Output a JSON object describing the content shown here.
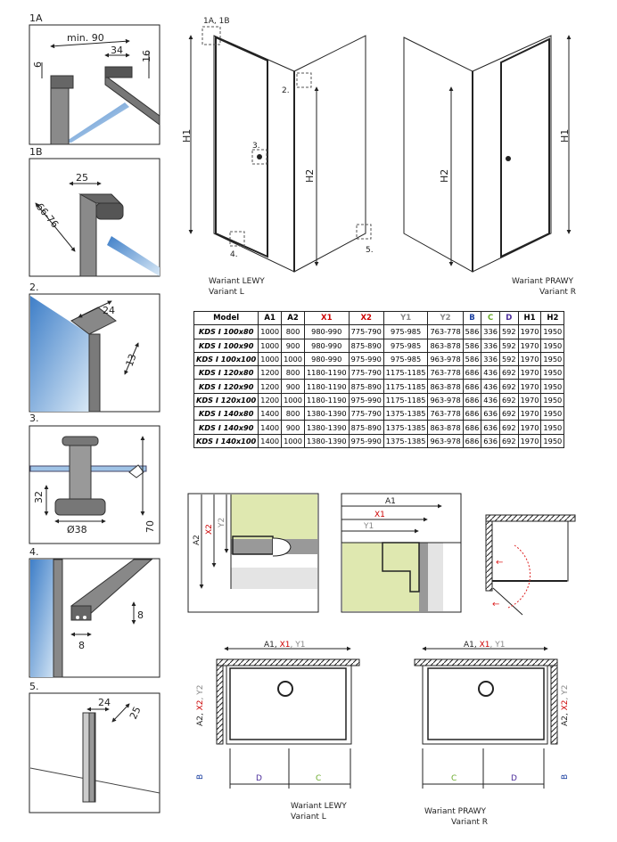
{
  "details": {
    "1A": {
      "label": "1A",
      "dims": [
        "min. 90",
        "34",
        "16",
        "6"
      ]
    },
    "1B": {
      "label": "1B",
      "dims": [
        "25",
        "66-76"
      ]
    },
    "2": {
      "label": "2.",
      "dims": [
        "24",
        "13"
      ]
    },
    "3": {
      "label": "3.",
      "dims": [
        "32",
        "Ø38",
        "70"
      ]
    },
    "4": {
      "label": "4.",
      "dims": [
        "8",
        "8"
      ]
    },
    "5": {
      "label": "5.",
      "dims": [
        "24",
        "25"
      ]
    }
  },
  "elevation": {
    "callouts": [
      "1A, 1B",
      "2.",
      "3.",
      "4.",
      "5."
    ],
    "h1": "H1",
    "h2": "H2",
    "left_caption": [
      "Wariant LEWY",
      "Variant L"
    ],
    "right_caption": [
      "Wariant PRAWY",
      "Variant R"
    ]
  },
  "table": {
    "headers": [
      "Model",
      "A1",
      "A2",
      "X1",
      "X2",
      "Y1",
      "Y2",
      "B",
      "C",
      "D",
      "H1",
      "H2"
    ],
    "header_colors": [
      "#000000",
      "#000000",
      "#000000",
      "#cc0000",
      "#cc0000",
      "#888888",
      "#888888",
      "#1a3fa0",
      "#6aaa2a",
      "#4a2a9a",
      "#000000",
      "#000000"
    ],
    "rows": [
      [
        "KDS I 100x80",
        "1000",
        "800",
        "980-990",
        "775-790",
        "975-985",
        "763-778",
        "586",
        "336",
        "592",
        "1970",
        "1950"
      ],
      [
        "KDS I 100x90",
        "1000",
        "900",
        "980-990",
        "875-890",
        "975-985",
        "863-878",
        "586",
        "336",
        "592",
        "1970",
        "1950"
      ],
      [
        "KDS I 100x100",
        "1000",
        "1000",
        "980-990",
        "975-990",
        "975-985",
        "963-978",
        "586",
        "336",
        "592",
        "1970",
        "1950"
      ],
      [
        "KDS I 120x80",
        "1200",
        "800",
        "1180-1190",
        "775-790",
        "1175-1185",
        "763-778",
        "686",
        "436",
        "692",
        "1970",
        "1950"
      ],
      [
        "KDS I 120x90",
        "1200",
        "900",
        "1180-1190",
        "875-890",
        "1175-1185",
        "863-878",
        "686",
        "436",
        "692",
        "1970",
        "1950"
      ],
      [
        "KDS I 120x100",
        "1200",
        "1000",
        "1180-1190",
        "975-990",
        "1175-1185",
        "963-978",
        "686",
        "436",
        "692",
        "1970",
        "1950"
      ],
      [
        "KDS I 140x80",
        "1400",
        "800",
        "1380-1390",
        "775-790",
        "1375-1385",
        "763-778",
        "686",
        "636",
        "692",
        "1970",
        "1950"
      ],
      [
        "KDS I 140x90",
        "1400",
        "900",
        "1380-1390",
        "875-890",
        "1375-1385",
        "863-878",
        "686",
        "636",
        "692",
        "1970",
        "1950"
      ],
      [
        "KDS I 140x100",
        "1400",
        "1000",
        "1380-1390",
        "975-990",
        "1375-1385",
        "963-978",
        "686",
        "636",
        "692",
        "1970",
        "1950"
      ]
    ]
  },
  "install_details": {
    "side": [
      "A2",
      "X2",
      "Y2"
    ],
    "front": [
      "A1",
      "X1",
      "Y1"
    ]
  },
  "plans": {
    "top_label": [
      "A1, ",
      "X1",
      ", Y1"
    ],
    "side_label": [
      "A2, ",
      "X2",
      ", Y2"
    ],
    "b": "B",
    "c": "C",
    "d": "D",
    "left_caption": [
      "Wariant LEWY",
      "Variant L"
    ],
    "right_caption": [
      "Wariant PRAWY",
      "Variant R"
    ]
  },
  "colors": {
    "x": "#cc0000",
    "y": "#888888",
    "b": "#1a3fa0",
    "c": "#6aaa2a",
    "d": "#4a2a9a",
    "glass": "#5b9bd5",
    "wall": "#dfe8b0"
  }
}
